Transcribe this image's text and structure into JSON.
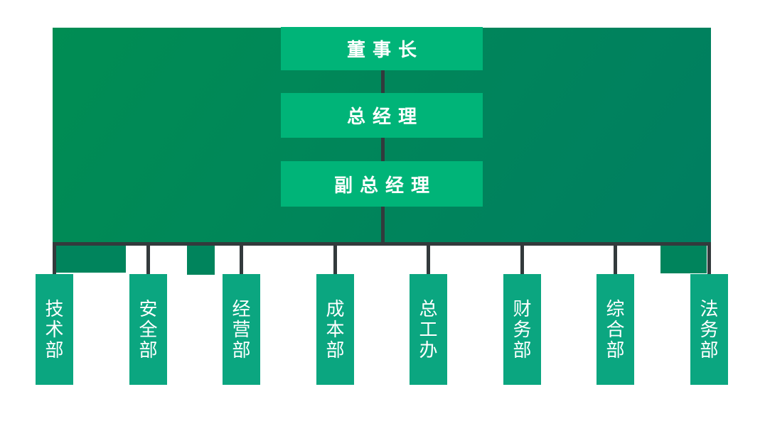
{
  "chart_type": "organization-chart",
  "hierarchy": {
    "top": [
      {
        "role": "董事长"
      },
      {
        "role": "总经理"
      },
      {
        "role": "副总经理"
      }
    ],
    "departments": [
      {
        "name": "技术部"
      },
      {
        "name": "安全部"
      },
      {
        "name": "经营部"
      },
      {
        "name": "成本部"
      },
      {
        "name": "总工办"
      },
      {
        "name": "财务部"
      },
      {
        "name": "综合部"
      },
      {
        "name": "法务部"
      }
    ]
  },
  "colors": {
    "canvas_bg": "#ffffff",
    "panel_green_start": "#008d53",
    "panel_green_end": "#007e61",
    "title_box_green": "#00b478",
    "department_box_green": "#0ba680",
    "connector_dark": "#333a3c",
    "accent_patch_green": "#00845c",
    "text_white": "#ffffff"
  }
}
